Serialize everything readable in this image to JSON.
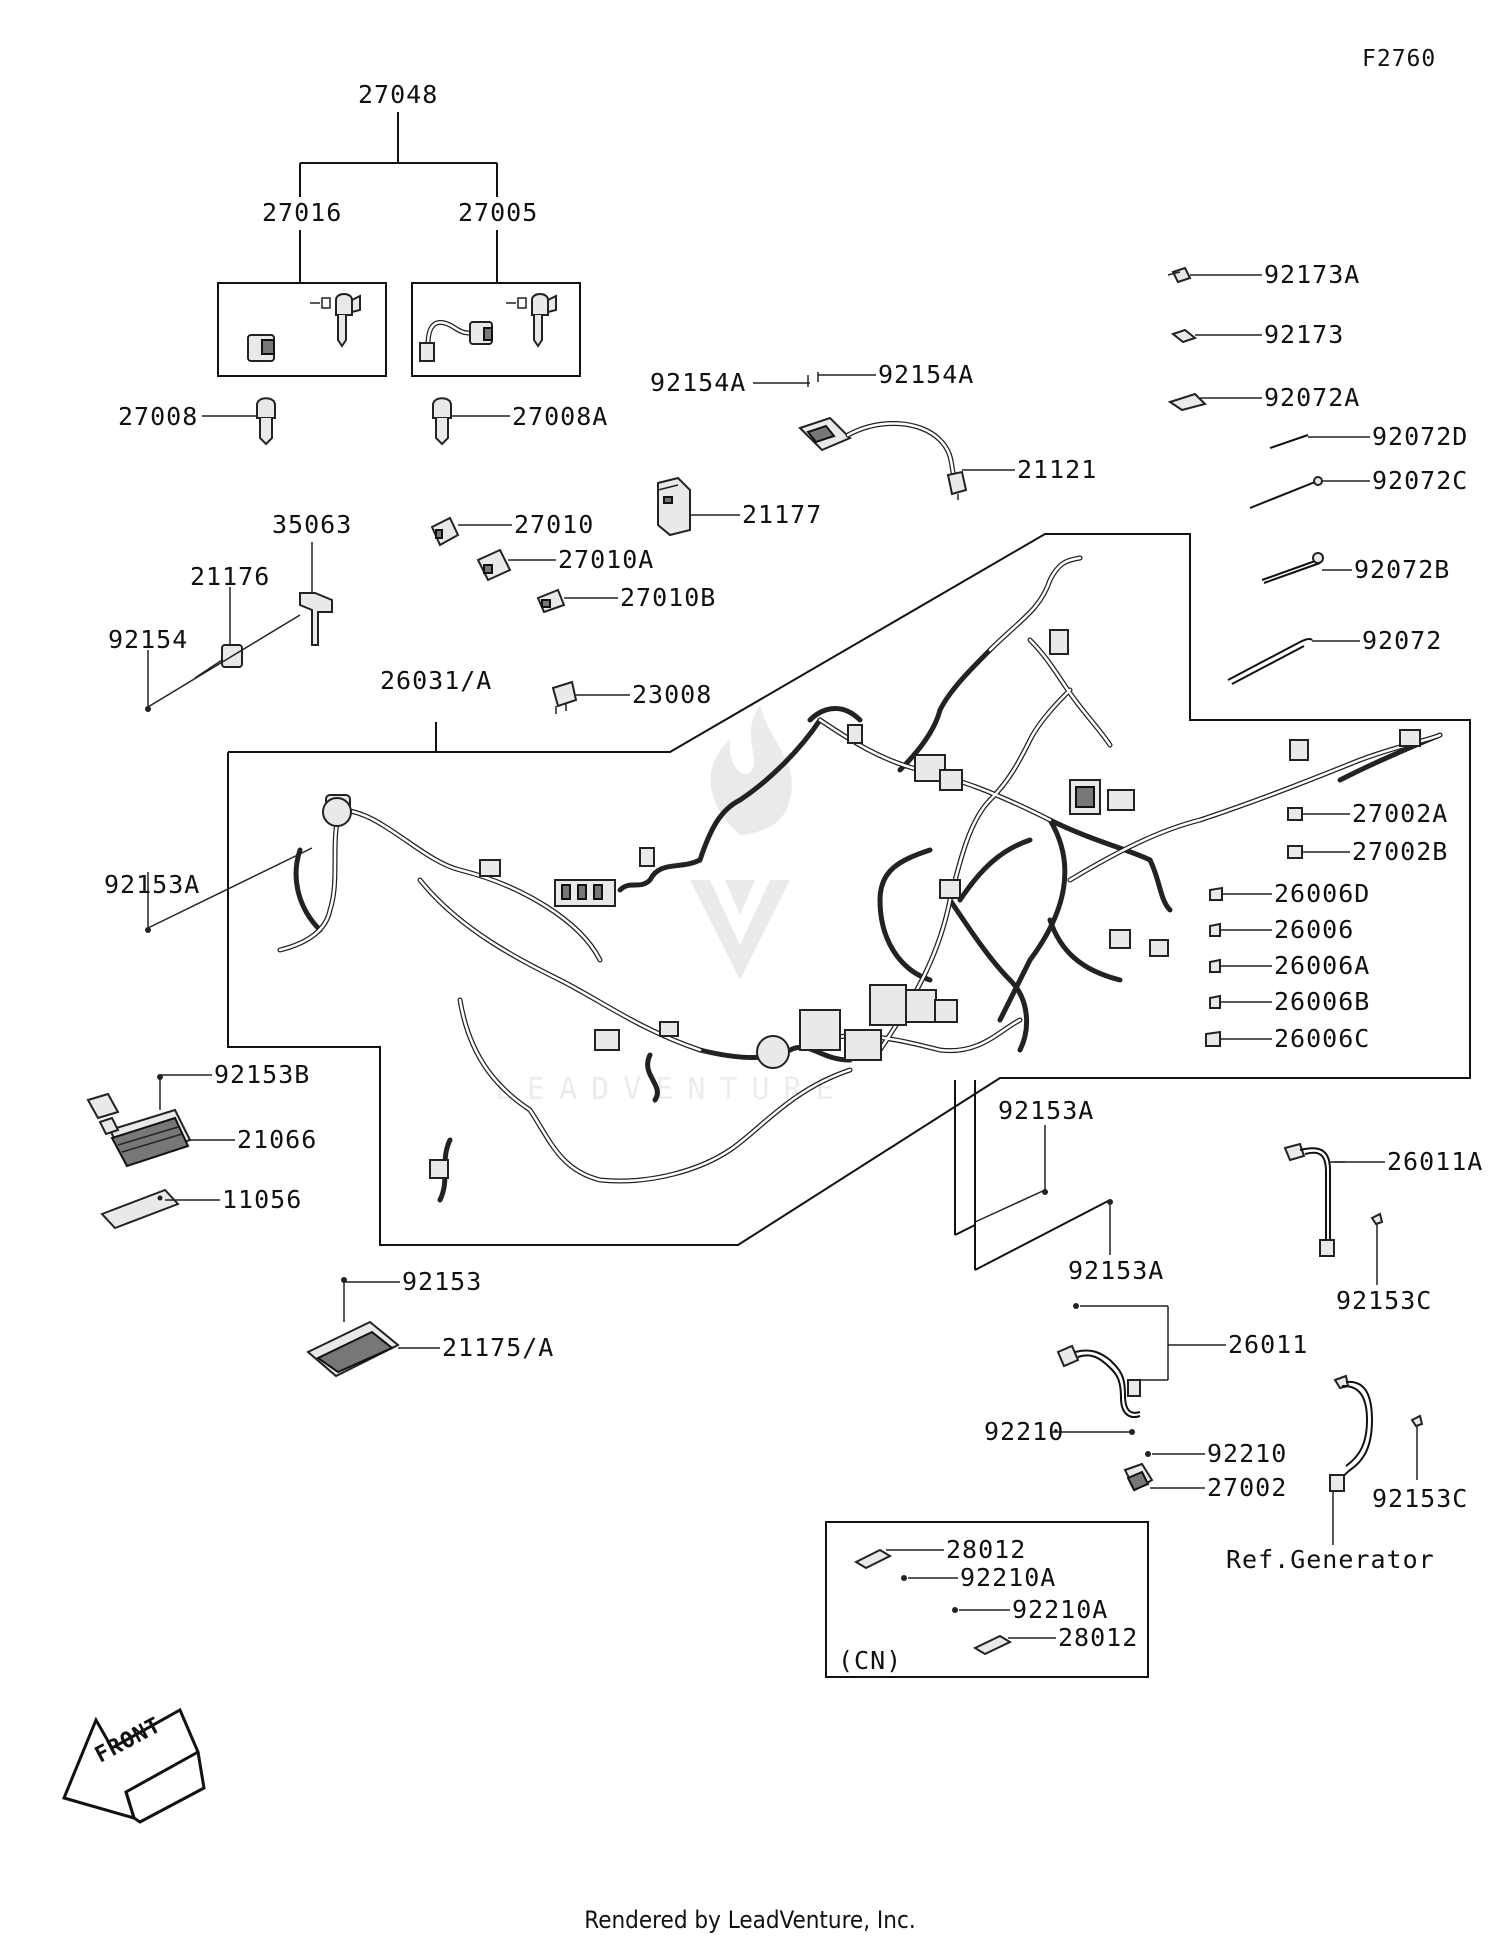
{
  "figure_code": "F2760",
  "footer": "Rendered by LeadVenture, Inc.",
  "watermark": "LEADVENTURE",
  "front_marker": "FRONT",
  "cn_box_label": "(CN)",
  "ref_note": "Ref.Generator",
  "labels": {
    "p27048": "27048",
    "p27016": "27016",
    "p27005": "27005",
    "p27008": "27008",
    "p27008A": "27008A",
    "p35063": "35063",
    "p21176": "21176",
    "p92154": "92154",
    "p27010": "27010",
    "p27010A": "27010A",
    "p27010B": "27010B",
    "p21177": "21177",
    "p92154A_left": "92154A",
    "p92154A_right": "92154A",
    "p21121": "21121",
    "p92173A": "92173A",
    "p92173": "92173",
    "p92072A": "92072A",
    "p92072D": "92072D",
    "p92072C": "92072C",
    "p92072B": "92072B",
    "p92072": "92072",
    "p26031A": "26031/A",
    "p23008": "23008",
    "p92153A_left": "92153A",
    "p27002A": "27002A",
    "p27002B": "27002B",
    "p26006D": "26006D",
    "p26006": "26006",
    "p26006A": "26006A",
    "p26006B": "26006B",
    "p26006C": "26006C",
    "p92153B": "92153B",
    "p21066": "21066",
    "p11056": "11056",
    "p92153A_mid": "92153A",
    "p26011A": "26011A",
    "p92153A_low": "92153A",
    "p92153C_upper": "92153C",
    "p92153": "92153",
    "p21175A": "21175/A",
    "p26011": "26011",
    "p92210_left": "92210",
    "p92210_right": "92210",
    "p27002": "27002",
    "p92153C_lower": "92153C",
    "p28012_top": "28012",
    "p92210A_top": "92210A",
    "p92210A_bottom": "92210A",
    "p28012_bottom": "28012"
  }
}
